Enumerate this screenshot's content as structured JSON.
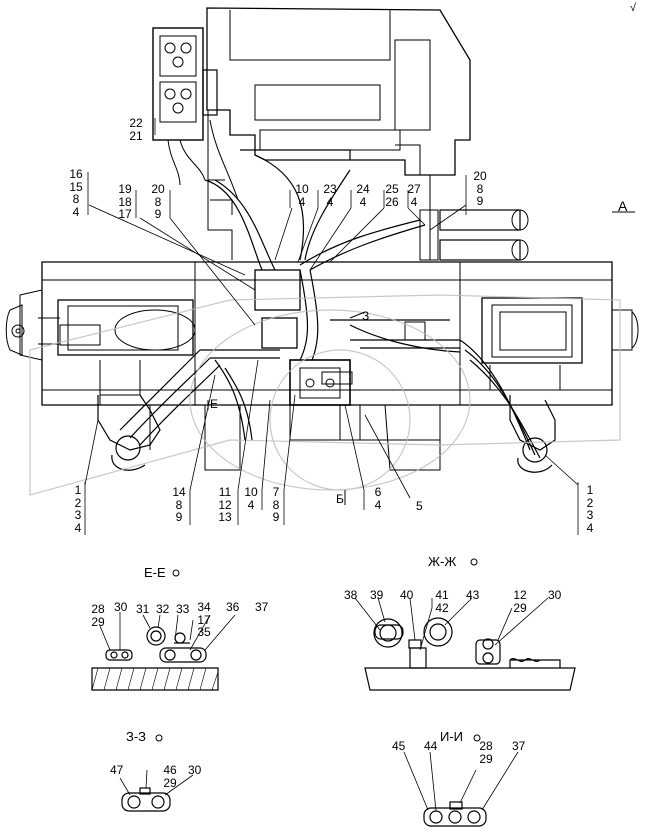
{
  "corner_mark": "√",
  "view_letters": {
    "A": "A",
    "B": "Б",
    "E": "E",
    "Z": "З"
  },
  "callouts_top": {
    "c22_21": [
      "22",
      "21"
    ],
    "c16": [
      "16",
      "15",
      "8",
      "4"
    ],
    "c19": [
      "19",
      "18",
      "17"
    ],
    "c20a": [
      "20",
      "8",
      "9"
    ],
    "c10a": [
      "10",
      "4"
    ],
    "c23": [
      "23",
      "4"
    ],
    "c24": [
      "24",
      "4"
    ],
    "c25": [
      "25",
      "26"
    ],
    "c27": [
      "27",
      "4"
    ],
    "c20b": [
      "20",
      "8",
      "9"
    ]
  },
  "callouts_bottom": {
    "c1a": [
      "1",
      "2",
      "3",
      "4"
    ],
    "c14": [
      "14",
      "8",
      "9"
    ],
    "c11": [
      "11",
      "12",
      "13"
    ],
    "c10b": [
      "10",
      "4"
    ],
    "c7": [
      "7",
      "8",
      "9"
    ],
    "c6": [
      "6",
      "4"
    ],
    "c5": "5",
    "c1b": [
      "1",
      "2",
      "3",
      "4"
    ]
  },
  "sections": {
    "ee": {
      "title": "Е-Е",
      "labels": {
        "l28": [
          "28",
          "29"
        ],
        "l30": "30",
        "l31": "31",
        "l32": "32",
        "l33": "33",
        "l34": [
          "34",
          "17",
          "35"
        ],
        "l36": "36",
        "l37": "37"
      }
    },
    "zhzh": {
      "title": "Ж-Ж",
      "labels": {
        "l38": "38",
        "l39": "39",
        "l40": "40",
        "l41": [
          "41",
          "42"
        ],
        "l43": "43",
        "l12": [
          "12",
          "29"
        ],
        "l30": "30"
      }
    },
    "zz": {
      "title": "З-З",
      "labels": {
        "l47": "47",
        "l46": [
          "46",
          "29"
        ],
        "l30": "30"
      }
    },
    "ii": {
      "title": "И-И",
      "labels": {
        "l45": "45",
        "l44": "44",
        "l28": [
          "28",
          "29"
        ],
        "l37": "37"
      }
    }
  }
}
